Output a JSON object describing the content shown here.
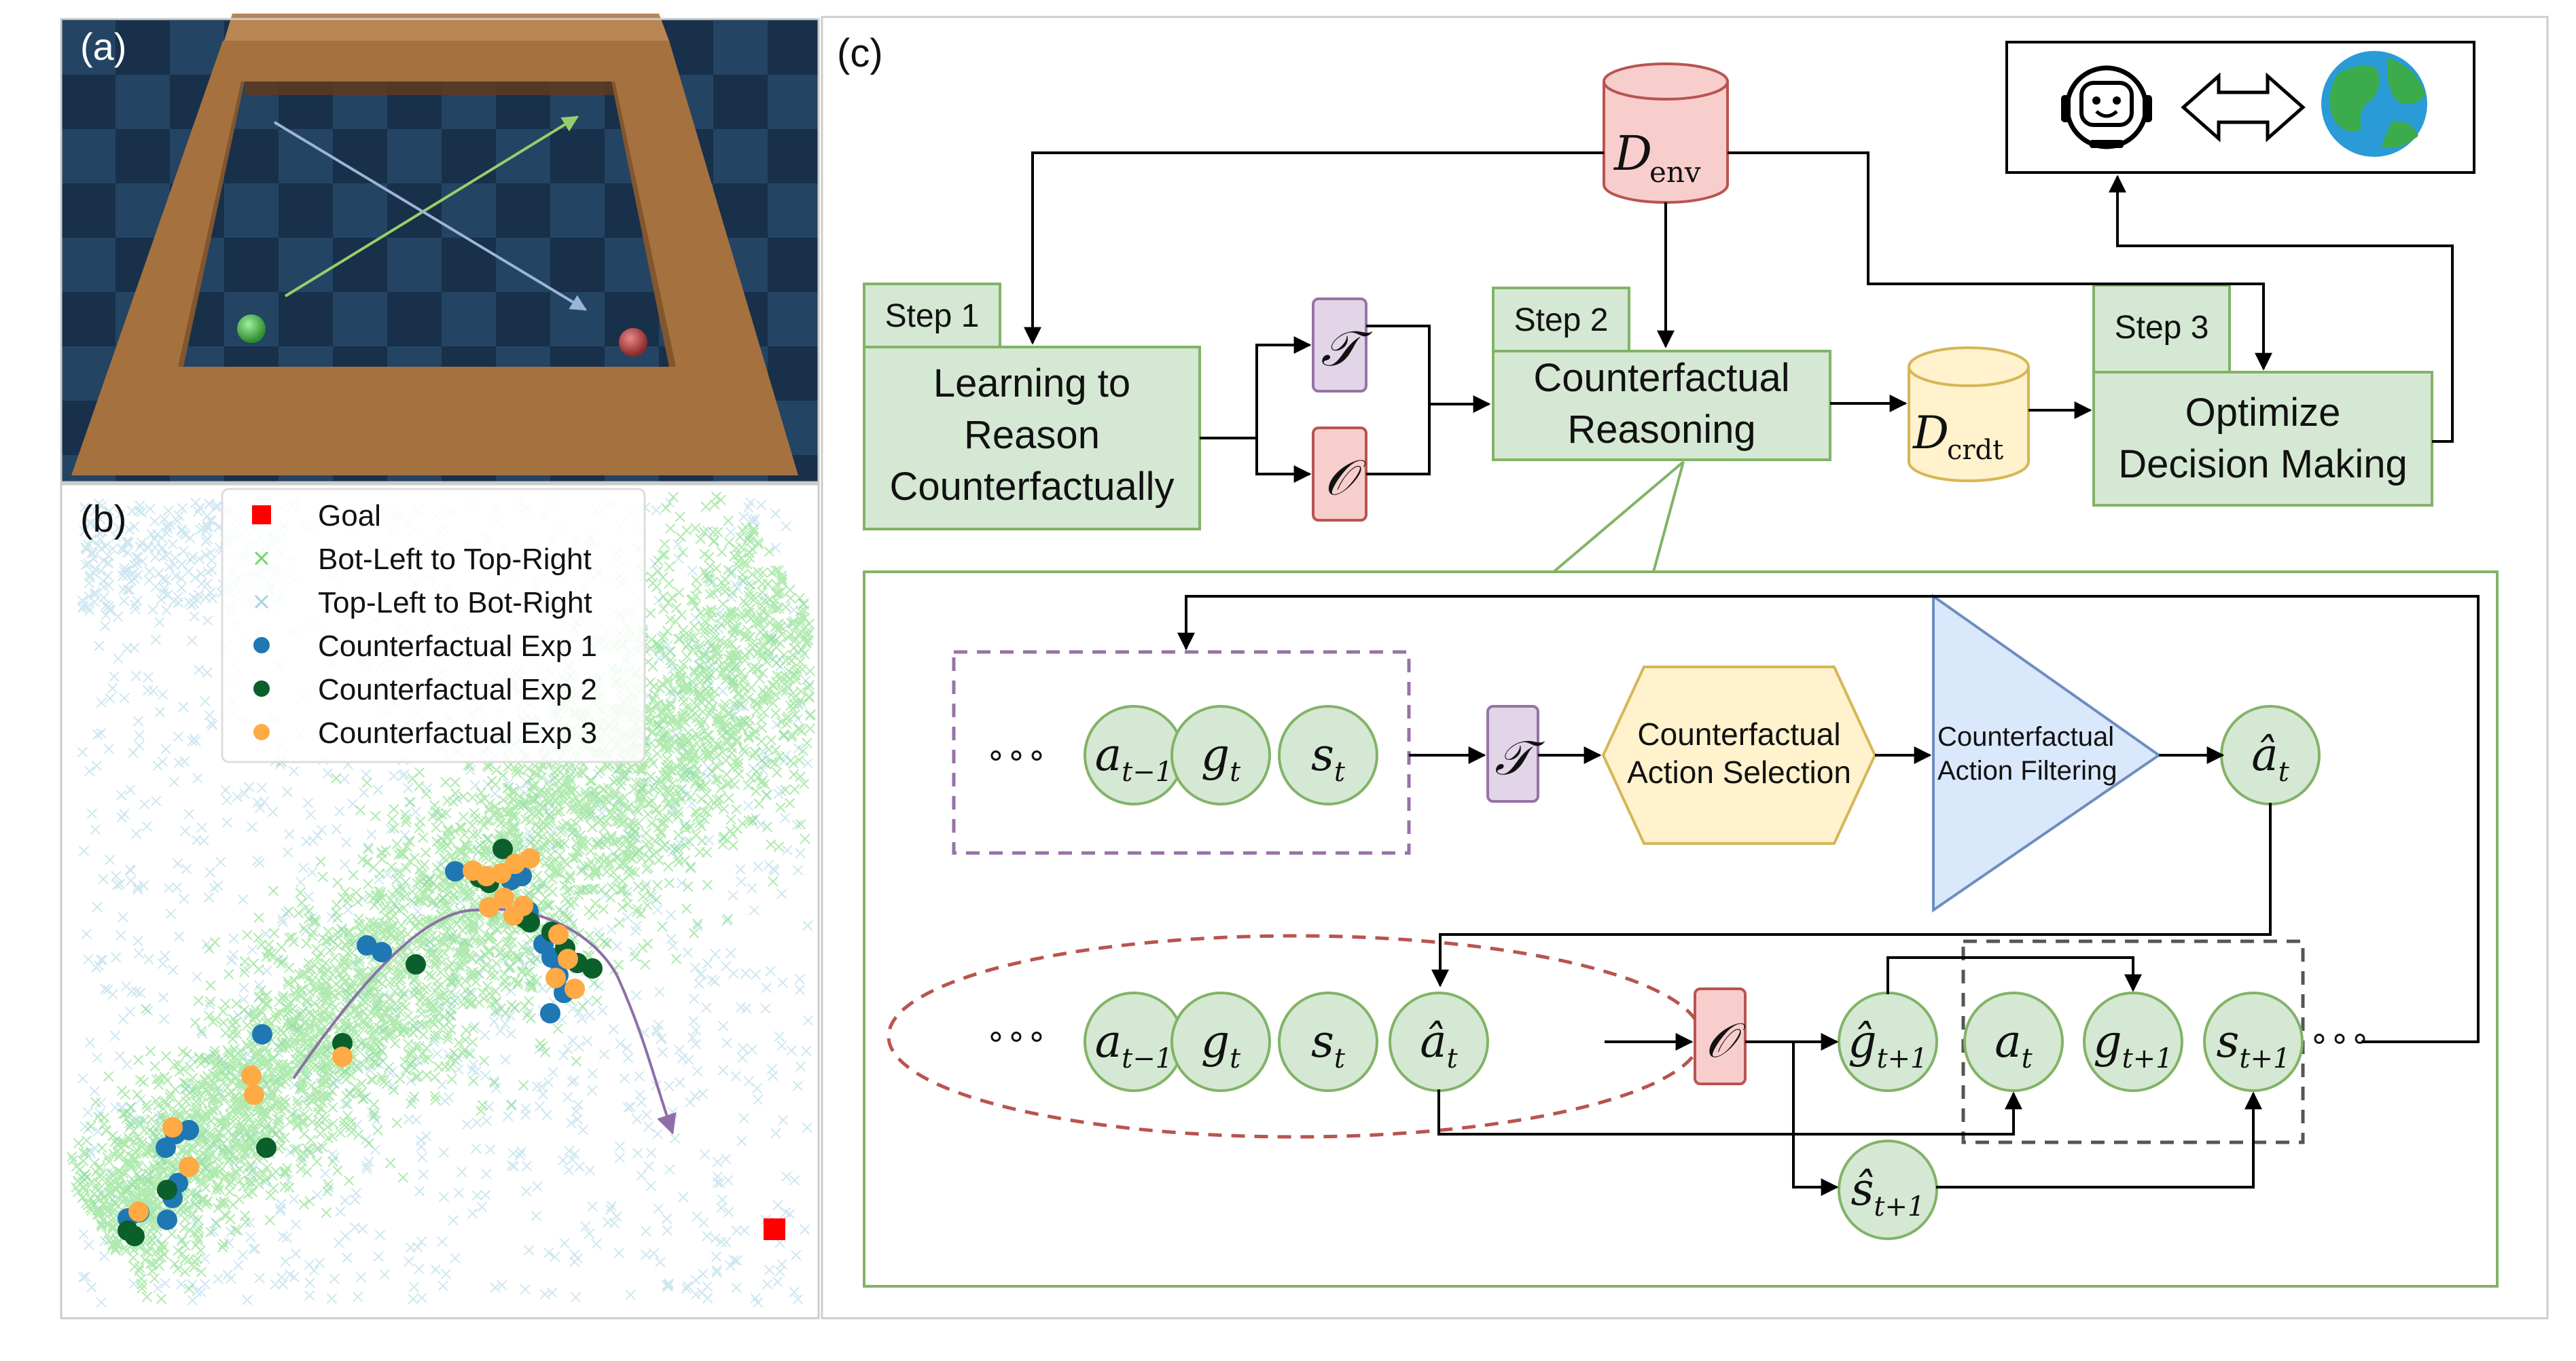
{
  "panel_a": {
    "label": "(a)"
  },
  "panel_b": {
    "label": "(b)",
    "legend": [
      {
        "label": "Goal",
        "color": "#ff0000",
        "marker": "square"
      },
      {
        "label": "Bot-Left to Top-Right",
        "color": "#6fd86f",
        "marker": "x"
      },
      {
        "label": "Top-Left to Bot-Right",
        "color": "#a8d4e6",
        "marker": "x"
      },
      {
        "label": "Counterfactual Exp 1",
        "color": "#1f77b4",
        "marker": "dot"
      },
      {
        "label": "Counterfactual Exp 2",
        "color": "#0b5f2b",
        "marker": "dot"
      },
      {
        "label": "Counterfactual Exp 3",
        "color": "#ffaa44",
        "marker": "dot"
      }
    ]
  },
  "panel_c": {
    "label": "(c)",
    "top": {
      "d_env": "D",
      "d_env_sub": "env",
      "d_crdt": "D",
      "d_crdt_sub": "crdt",
      "T": "𝒯",
      "O": "𝒪",
      "step1": {
        "tag": "Step 1",
        "lines": [
          "Learning to",
          "Reason",
          "Counterfactually"
        ]
      },
      "step2": {
        "tag": "Step 2",
        "lines": [
          "Counterfactual",
          "Reasoning"
        ]
      },
      "step3": {
        "tag": "Step 3",
        "lines": [
          "Optimize",
          "Decision Making"
        ]
      }
    },
    "bottom": {
      "ellipsis": "∘∘∘",
      "row1_nodes": [
        {
          "base": "a",
          "sub": "t−1"
        },
        {
          "base": "g",
          "sub": "t"
        },
        {
          "base": "s",
          "sub": "t"
        }
      ],
      "T": "𝒯",
      "selection": [
        "Counterfactual",
        "Action Selection"
      ],
      "filtering": [
        "Counterfactual",
        "Action Filtering"
      ],
      "ahat": {
        "base": "â",
        "sub": "t"
      },
      "row2_nodes": [
        {
          "base": "a",
          "sub": "t−1"
        },
        {
          "base": "g",
          "sub": "t"
        },
        {
          "base": "s",
          "sub": "t"
        },
        {
          "base": "â",
          "sub": "t"
        }
      ],
      "O": "𝒪",
      "ghat": {
        "base": "ĝ",
        "sub": "t+1"
      },
      "shat": {
        "base": "ŝ",
        "sub": "t+1"
      },
      "next_nodes": [
        {
          "base": "a",
          "sub": "t"
        },
        {
          "base": "g",
          "sub": "t+1"
        },
        {
          "base": "s",
          "sub": "t+1"
        }
      ],
      "ellipsis_right": "∘∘∘"
    },
    "colors": {
      "step_fill": "#d5e8d4",
      "step_stroke": "#82b366",
      "t_fill": "#e1d5e7",
      "t_stroke": "#9673a6",
      "o_fill": "#f8cecc",
      "o_stroke": "#b85450",
      "crdt_fill": "#fff2cc",
      "crdt_stroke": "#d6b656",
      "filter_fill": "#dae8fc",
      "filter_stroke": "#6c8ebf"
    }
  }
}
